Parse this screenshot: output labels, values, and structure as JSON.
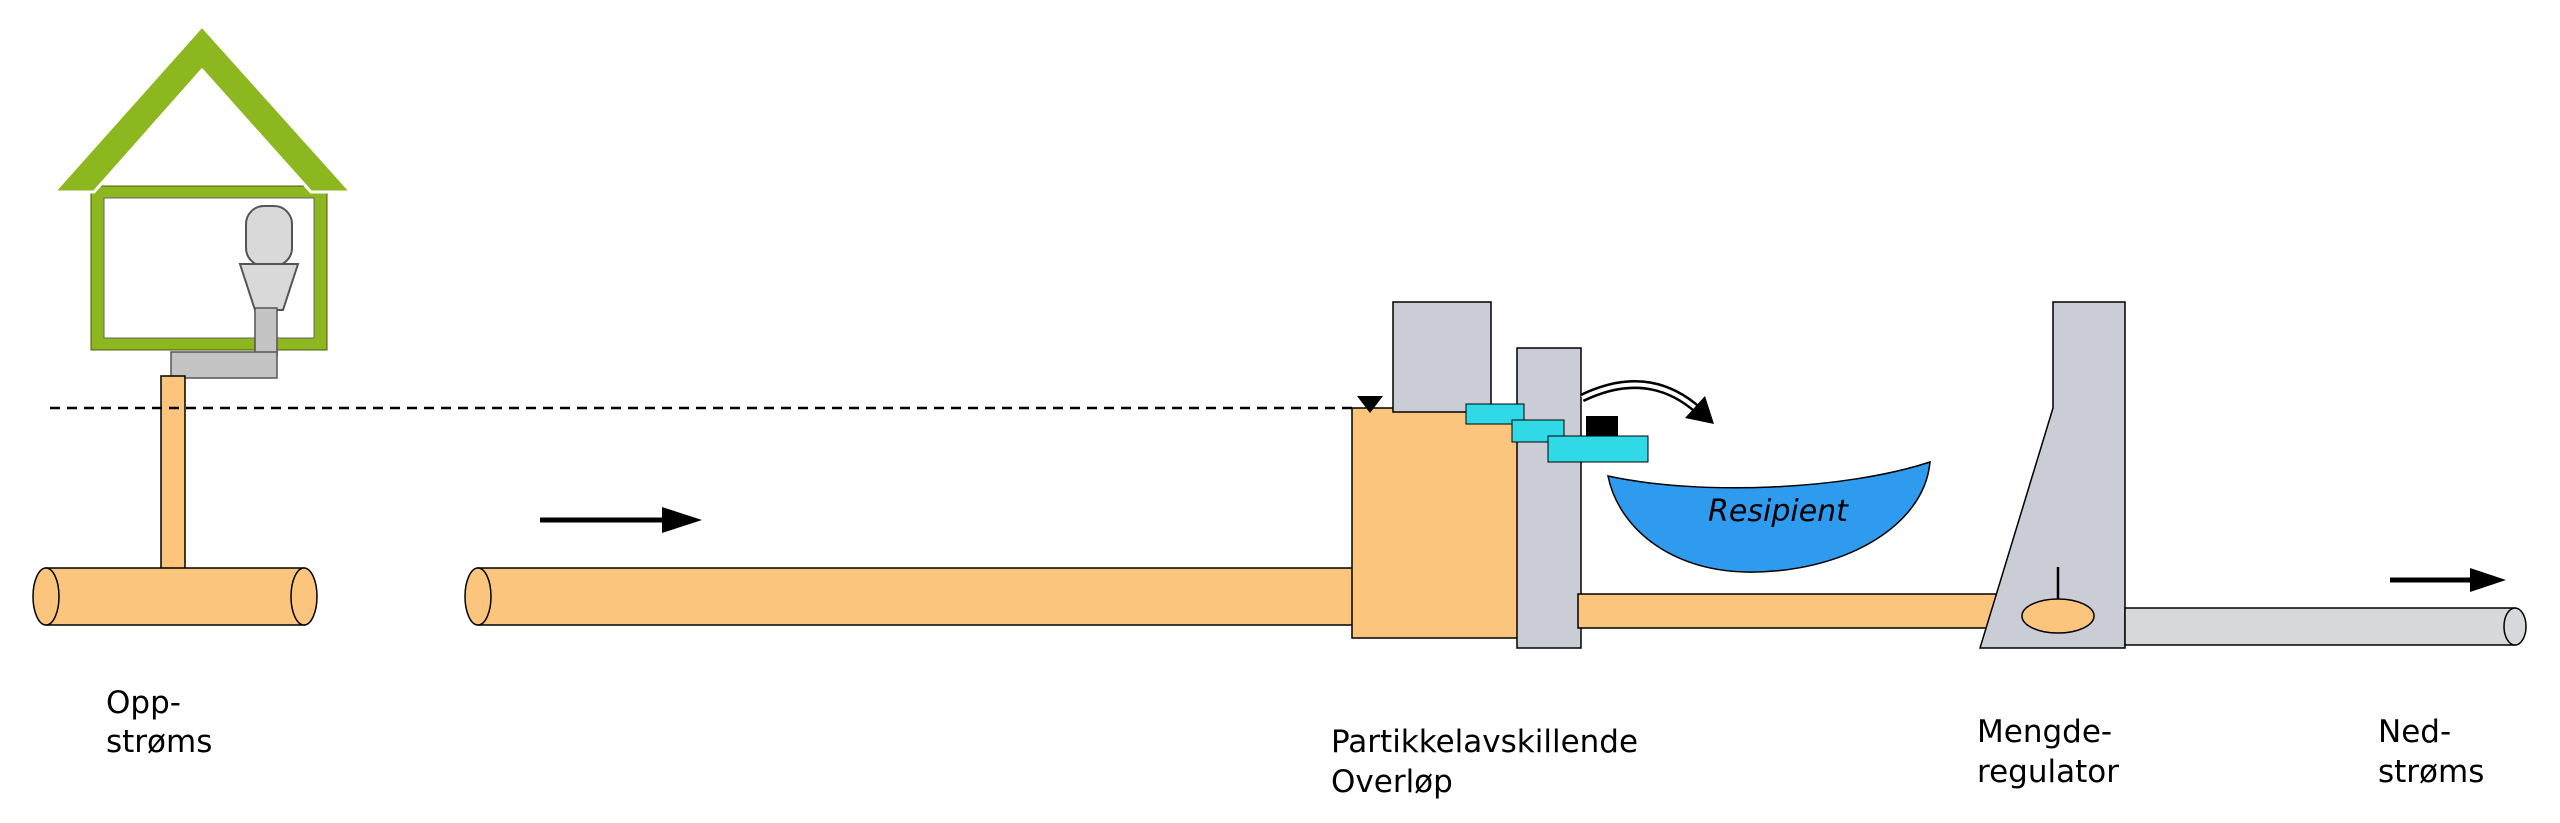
{
  "diagram": {
    "labels": {
      "upstream": {
        "line1": "Opp-",
        "line2": "strøms"
      },
      "overflow": {
        "line1": "Partikkelavskillende",
        "line2": "Overløp"
      },
      "regulator": {
        "line1": "Mengde-",
        "line2": "regulator"
      },
      "downstream": {
        "line1": "Ned-",
        "line2": "strøms"
      },
      "recipient": "Resipient"
    }
  },
  "colors": {
    "house_green": "#8CB71F",
    "pipe_orange": "#FBC57E",
    "structure_gray": "#CACDD5",
    "outlet_gray": "#D6D8DC",
    "water_cyan": "#2FD9E6",
    "recipient_blue": "#2E9BEF",
    "toilet_gray": "#D9D9D9",
    "drain_gray": "#C4C4C4",
    "line_black": "#000000",
    "background": "#FFFFFF"
  }
}
